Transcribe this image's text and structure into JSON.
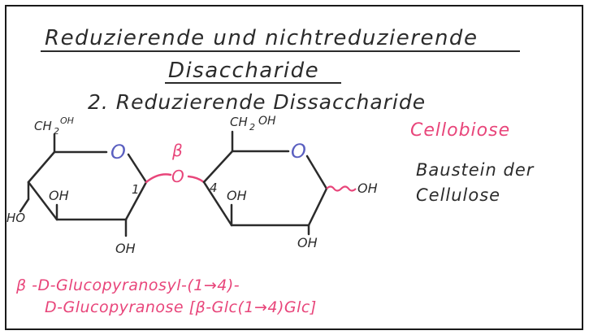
{
  "title": {
    "line1": "Reduzierende und nichtreduzierende",
    "line2": "Disaccharide"
  },
  "subtitle": "2. Reduzierende Dissaccharide",
  "name": "Cellobiose",
  "description": {
    "line1": "Baustein der",
    "line2": "Cellulose"
  },
  "structure": {
    "left_ring": {
      "ch2": "CH",
      "sub": "2",
      "oh_sup": "OH",
      "ring_o": "O",
      "oh_c3": "OH",
      "ho_c4": "HO",
      "oh_c2": "OH",
      "c1_number": "1"
    },
    "linkage": {
      "beta": "β",
      "o": "O"
    },
    "right_ring": {
      "ch2": "CH",
      "sub": "2",
      "oh_sup": "OH",
      "ring_o": "O",
      "c4_number": "4",
      "oh_c3": "OH",
      "oh_c1": "OH",
      "oh_c2": "OH"
    }
  },
  "formula": {
    "line1": "β -D-Glucopyranosyl-(1→4)-",
    "line2": "D-Glucopyranose [β-Glc(1→4)Glc]"
  },
  "colors": {
    "ink": "#2b2b2b",
    "pink": "#e8457a",
    "blue": "#5a5fc0",
    "frame": "#1a1a1a",
    "paper": "#ffffff"
  }
}
